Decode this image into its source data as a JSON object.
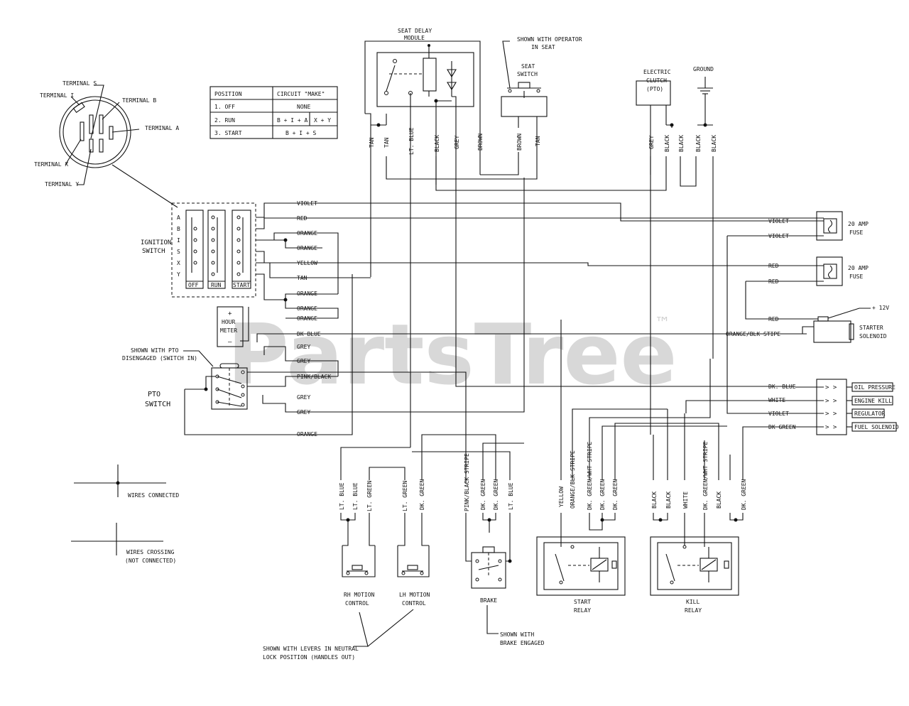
{
  "watermark": {
    "text": "PartsTree",
    "tm": "™"
  },
  "components": {
    "seat_delay_module": [
      "SEAT DELAY",
      "MODULE"
    ],
    "operator_note": [
      "SHOWN WITH OPERATOR",
      "IN SEAT"
    ],
    "seat_switch": [
      "SEAT",
      "SWITCH"
    ],
    "electric_clutch": [
      "ELECTRIC",
      "CLUTCH",
      "(PTO)"
    ],
    "ground": "GROUND",
    "ignition_switch": [
      "IGNITION",
      "SWITCH"
    ],
    "hour_meter": [
      "HOUR",
      "METER"
    ],
    "pto_note": [
      "SHOWN WITH PTO",
      "DISENGAGED (SWITCH IN)"
    ],
    "pto_switch": [
      "PTO",
      "SWITCH"
    ],
    "fuse1": [
      "20 AMP",
      "FUSE"
    ],
    "fuse2": [
      "20 AMP",
      "FUSE"
    ],
    "plus12v": "+ 12V",
    "starter_solenoid": [
      "STARTER",
      "SOLENOID"
    ],
    "rh_motion": [
      "RH MOTION",
      "CONTROL"
    ],
    "lh_motion": [
      "LH MOTION",
      "CONTROL"
    ],
    "brake": "BRAKE",
    "brake_note": [
      "SHOWN WITH",
      "BRAKE ENGAGED"
    ],
    "start_relay": [
      "START",
      "RELAY"
    ],
    "kill_relay": [
      "KILL",
      "RELAY"
    ],
    "levers_note": [
      "SHOWN WITH LEVERS IN NEUTRAL",
      "LOCK POSITION (HANDLES OUT)"
    ]
  },
  "ignition_terminals": {
    "s": "TERMINAL S",
    "i": "TERMINAL I",
    "b": "TERMINAL B",
    "a": "TERMINAL A",
    "x": "TERMINAL X",
    "y": "TERMINAL Y"
  },
  "ignition_letters": [
    "A",
    "B",
    "I",
    "S",
    "X",
    "Y"
  ],
  "ignition_positions": [
    "OFF",
    "RUN",
    "START"
  ],
  "circuit_table": {
    "headers": [
      "POSITION",
      "CIRCUIT \"MAKE\""
    ],
    "rows": [
      [
        "1. OFF",
        "NONE",
        ""
      ],
      [
        "2. RUN",
        "B + I + A",
        "X + Y"
      ],
      [
        "3. START",
        "B + I + S",
        ""
      ]
    ]
  },
  "legend": {
    "connected": "WIRES CONNECTED",
    "crossing": [
      "WIRES CROSSING",
      "(NOT CONNECTED)"
    ]
  },
  "top_wires": [
    "TAN",
    "TAN",
    "LT. BLUE",
    "BLACK",
    "GREY",
    "BROWN",
    "BROWN",
    "TAN",
    "GREY",
    "BLACK",
    "BLACK",
    "BLACK",
    "BLACK"
  ],
  "ignition_wires": [
    "VIOLET",
    "RED",
    "ORANGE",
    "ORANGE",
    "YELLOW",
    "TAN",
    "ORANGE",
    "ORANGE",
    "ORANGE",
    "DK BLUE",
    "GREY",
    "GREY",
    "PINK/BLACK",
    "GREY",
    "GREY",
    "ORANGE"
  ],
  "right_wires": [
    "VIOLET",
    "VIOLET",
    "RED",
    "RED",
    "RED",
    "ORANGE/BLK STIPE",
    "DK. BLUE",
    "WHITE",
    "VIOLET",
    "DK GREEN"
  ],
  "connector_outputs": [
    "OIL PRESSURE",
    "ENGINE KILL",
    "REGULATOR",
    "FUEL SOLENOID"
  ],
  "bottom_wires": [
    "LT. BLUE",
    "LT. BLUE",
    "LT. GREEN",
    "LT. GREEN",
    "DK. GREEN",
    "PINK/BLACK STRIPE",
    "DK. GREEN",
    "DK. GREEN",
    "LT. BLUE",
    "YELLOW",
    "ORANGE/BLK STRIPE",
    "DK. GREEN/WHT STRIPE",
    "DK. GREEN",
    "DK. GREEN",
    "BLACK",
    "BLACK",
    "WHITE",
    "DK. GREEN/WHT STRIPE",
    "BLACK",
    "DK. GREEN"
  ]
}
